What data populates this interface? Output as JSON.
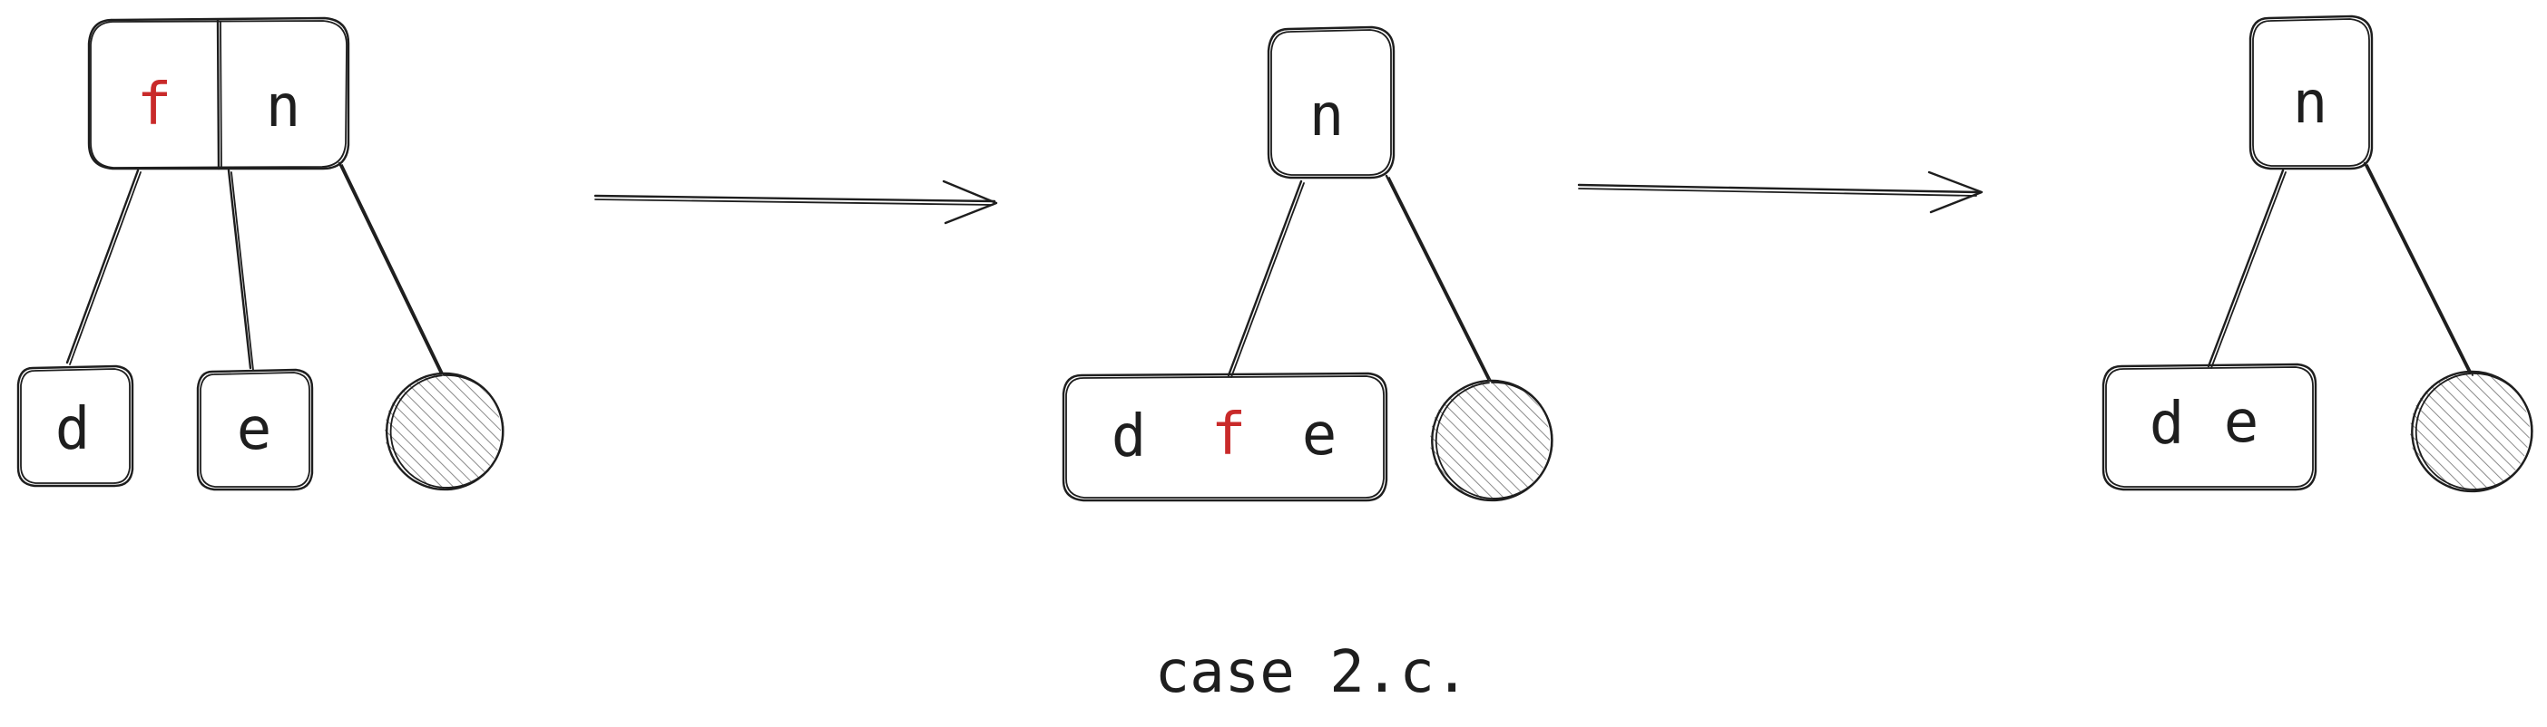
{
  "colors": {
    "ink": "#1e1e1e",
    "highlight": "#c92a2a",
    "hatch": "#8a8a8a"
  },
  "stages": [
    {
      "parent": {
        "left": "f",
        "right": "n"
      },
      "children": [
        "d",
        "e"
      ]
    },
    {
      "parent": {
        "key": "n"
      },
      "merged": [
        "d",
        "f",
        "e"
      ]
    },
    {
      "parent": {
        "key": "n"
      },
      "merged": [
        "d",
        "e"
      ]
    }
  ],
  "caption": "case 2.c."
}
